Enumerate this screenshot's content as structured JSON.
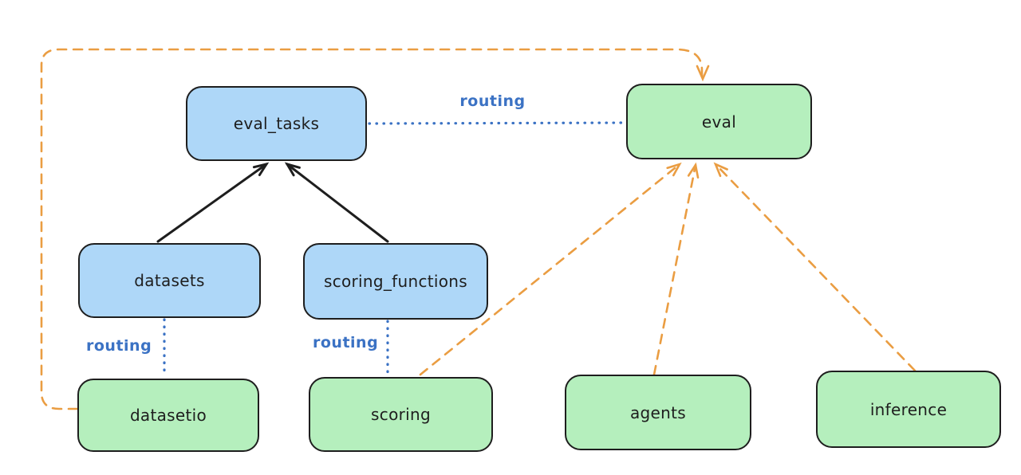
{
  "diagram": {
    "title": "",
    "colors": {
      "background": "#ffffff",
      "node_stroke": "#1e1e1e",
      "registry_fill_blue": "#aed7f8",
      "api_fill_green": "#b5efbd",
      "routing_blue": "#3b72c4",
      "provider_orange": "#ea9d42"
    },
    "nodes": {
      "eval_tasks": {
        "label": "eval_tasks",
        "fill": "#aed7f8"
      },
      "eval": {
        "label": "eval",
        "fill": "#b5efbd"
      },
      "datasets": {
        "label": "datasets",
        "fill": "#aed7f8"
      },
      "scoring_functions": {
        "label": "scoring_functions",
        "fill": "#aed7f8"
      },
      "datasetio": {
        "label": "datasetio",
        "fill": "#b5efbd"
      },
      "scoring": {
        "label": "scoring",
        "fill": "#b5efbd"
      },
      "agents": {
        "label": "agents",
        "fill": "#b5efbd"
      },
      "inference": {
        "label": "inference",
        "fill": "#b5efbd"
      }
    },
    "edges": [
      {
        "from": "datasets",
        "to": "eval_tasks",
        "style": "solid-arrow",
        "color": "#1e1e1e",
        "label": ""
      },
      {
        "from": "scoring_functions",
        "to": "eval_tasks",
        "style": "solid-arrow",
        "color": "#1e1e1e",
        "label": ""
      },
      {
        "from": "eval_tasks",
        "to": "eval",
        "style": "dotted-line",
        "color": "#3b72c4",
        "label": "routing"
      },
      {
        "from": "datasets",
        "to": "datasetio",
        "style": "dotted-line",
        "color": "#3b72c4",
        "label": "routing"
      },
      {
        "from": "scoring_functions",
        "to": "scoring",
        "style": "dotted-line",
        "color": "#3b72c4",
        "label": "routing"
      },
      {
        "from": "datasetio",
        "to": "eval",
        "style": "dashed-arrow",
        "color": "#ea9d42",
        "label": ""
      },
      {
        "from": "scoring",
        "to": "eval",
        "style": "dashed-arrow",
        "color": "#ea9d42",
        "label": ""
      },
      {
        "from": "agents",
        "to": "eval",
        "style": "dashed-arrow",
        "color": "#ea9d42",
        "label": ""
      },
      {
        "from": "inference",
        "to": "eval",
        "style": "dashed-arrow",
        "color": "#ea9d42",
        "label": ""
      }
    ]
  }
}
